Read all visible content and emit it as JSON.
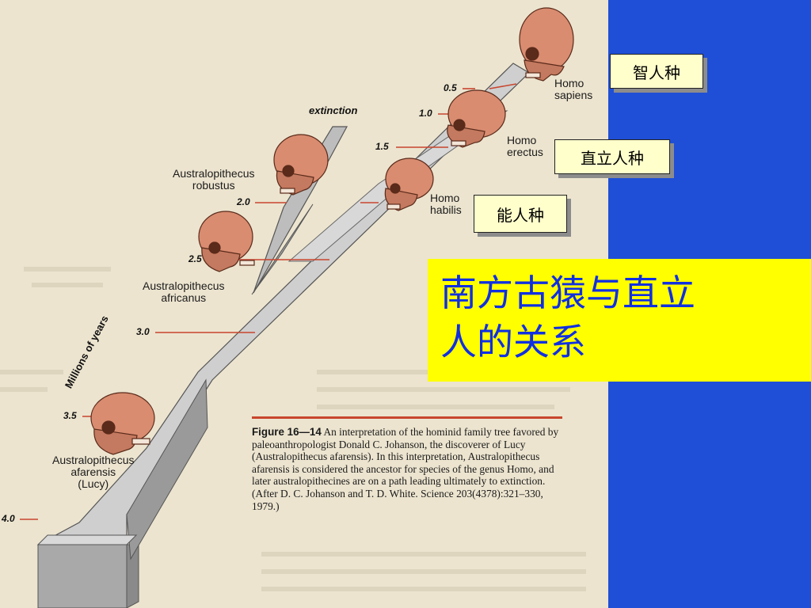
{
  "slide": {
    "title": "南方古猿与直立\n人的关系",
    "background_color": "#1f4fd6",
    "title_box_color": "#ffff00",
    "title_text_color": "#1030e0"
  },
  "species_labels_cn": [
    {
      "id": "sapiens",
      "text": "智人种"
    },
    {
      "id": "erectus",
      "text": "直立人种"
    },
    {
      "id": "habilis",
      "text": "能人种"
    }
  ],
  "figure": {
    "axis_title": "Millions of years",
    "ticks": [
      "0.5",
      "1.0",
      "1.5",
      "2.0",
      "2.5",
      "3.0",
      "3.5",
      "4.0"
    ],
    "extinction_label": "extinction",
    "species": [
      {
        "id": "homo-sapiens",
        "name": "Homo\nsapiens"
      },
      {
        "id": "homo-erectus",
        "name": "Homo\nerectus"
      },
      {
        "id": "homo-habilis",
        "name": "Homo\nhabilis"
      },
      {
        "id": "a-robustus",
        "name": "Australopithecus\nrobustus"
      },
      {
        "id": "a-africanus",
        "name": "Australopithecus\nafricanus"
      },
      {
        "id": "a-afarensis",
        "name": "Australopithecus\nafarensis\n(Lucy)"
      }
    ],
    "caption": {
      "figure_number": "Figure 16—14",
      "text": "An interpretation of the hominid family tree favored by paleoanthropologist Donald C. Johanson, the discoverer of Lucy (Australopithecus afarensis). In this interpretation, Australopithecus afarensis is considered the ancestor for species of the genus Homo, and later australopithecines are on a path leading ultimately to extinction. (After D. C. Johanson and T. D. White. Science 203(4378):321–330, 1979.)"
    }
  }
}
